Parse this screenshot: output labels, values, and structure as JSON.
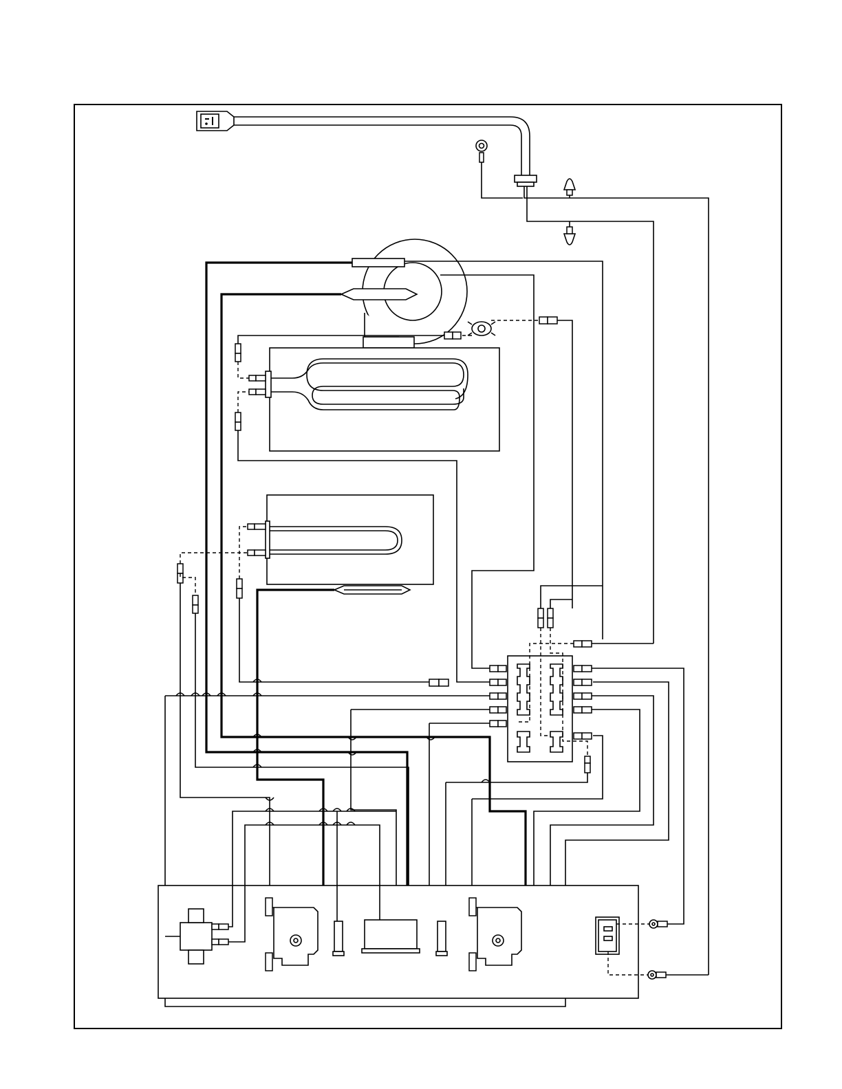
{
  "diagram": {
    "type": "wiring-schematic",
    "colors": {
      "line": "#000000",
      "background": "#ffffff"
    },
    "components": [
      {
        "id": "power-plug",
        "icon": "power-plug-icon"
      },
      {
        "id": "power-cord",
        "icon": "power-cord-icon"
      },
      {
        "id": "ground-terminal",
        "icon": "ring-terminal-icon"
      },
      {
        "id": "strain-relief",
        "icon": "strain-relief-icon"
      },
      {
        "id": "wire-nut-upper",
        "icon": "wire-nut-icon"
      },
      {
        "id": "wire-nut-lower",
        "icon": "wire-nut-icon"
      },
      {
        "id": "blower-motor",
        "icon": "motor-icon"
      },
      {
        "id": "limit-thermostat",
        "icon": "thermostat-icon"
      },
      {
        "id": "upper-heating-element",
        "icon": "heating-element-icon"
      },
      {
        "id": "lower-heating-element",
        "icon": "heating-element-icon"
      },
      {
        "id": "oven-sensor-probe",
        "icon": "probe-icon"
      },
      {
        "id": "terminal-block",
        "icon": "terminal-block-icon"
      },
      {
        "id": "control-panel",
        "icon": "panel-icon"
      },
      {
        "id": "relay",
        "icon": "relay-icon"
      },
      {
        "id": "left-thermostat-control",
        "icon": "thermostat-control-icon"
      },
      {
        "id": "right-thermostat-control",
        "icon": "thermostat-control-icon"
      },
      {
        "id": "timer-module",
        "icon": "timer-icon"
      },
      {
        "id": "indicator-lamp-left",
        "icon": "lamp-icon"
      },
      {
        "id": "indicator-lamp-right",
        "icon": "lamp-icon"
      },
      {
        "id": "rocker-switch",
        "icon": "rocker-switch-icon"
      }
    ]
  }
}
